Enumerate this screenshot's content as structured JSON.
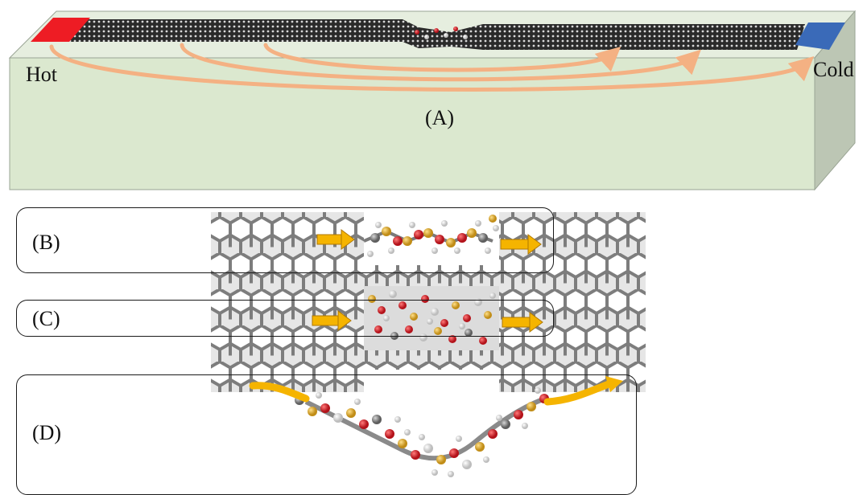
{
  "labels": {
    "hot": "Hot",
    "cold": "Cold",
    "panel_a": "(A)",
    "panel_b": "(B)",
    "panel_c": "(C)",
    "panel_d": "(D)"
  },
  "colors": {
    "slab_top": "#e6eedf",
    "slab_front": "#dbe8cf",
    "slab_side": "#bcc6b4",
    "slab_edge": "#9aa494",
    "hot_reservoir": "#ee1c24",
    "cold_reservoir": "#3a6ab8",
    "heat_flow_arrow": "#f4b183",
    "transport_arrow": "#f5b400",
    "transport_arrow_edge": "#b07800",
    "graphene_bond": "#8a8a8a",
    "oxygen_atom": "#d4202a",
    "silicon_atom": "#e8b53a",
    "carbon_atom": "#9c9c9c",
    "hydrogen_atom": "#f4f4f4"
  },
  "icons": [
    "hot-reservoir-icon",
    "cold-reservoir-icon",
    "graphene-sheet-icon",
    "heat-flow-arrow-icon",
    "transport-arrow-icon",
    "polymer-molecule-icon"
  ]
}
